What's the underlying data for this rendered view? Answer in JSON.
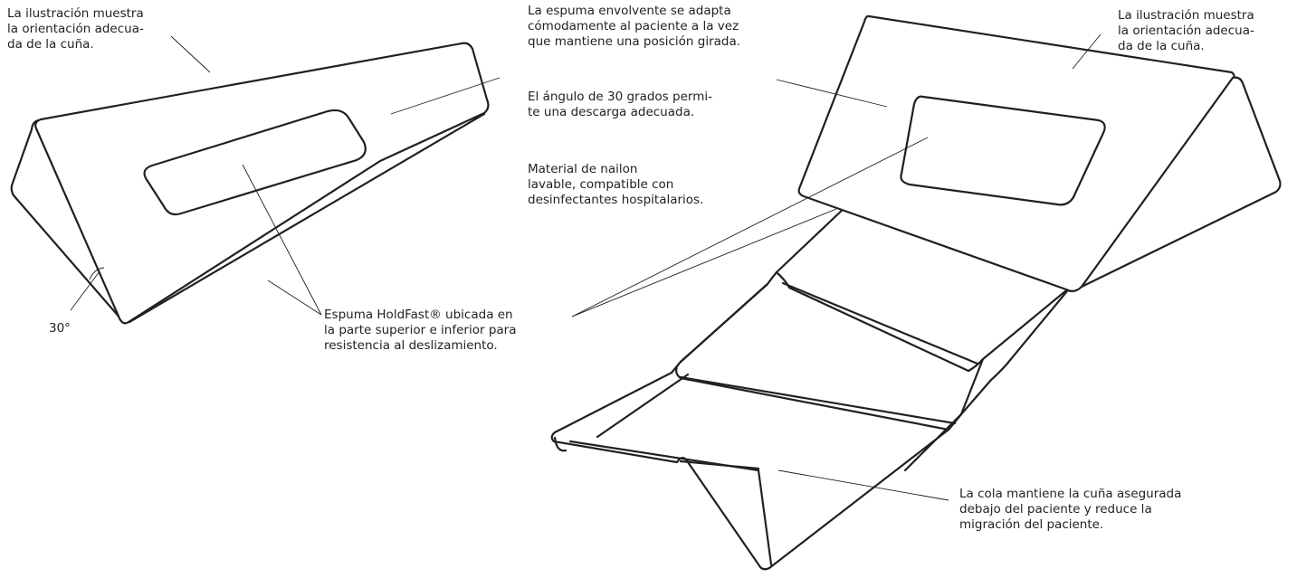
{
  "labels": {
    "orientation_left": [
      "La ilustración muestra",
      "la orientación adecua-",
      "da de la cuña."
    ],
    "wrap_foam": [
      "La espuma envolvente se adapta",
      "cómodamente al paciente a la vez",
      "que mantiene una posición girada."
    ],
    "angle_note": [
      "El ángulo de 30 grados permi-",
      "te una descarga adecuada."
    ],
    "nylon": [
      "Material de nailon",
      "lavable, compatible con",
      "desinfectantes hospitalarios."
    ],
    "holdfast": [
      "Espuma HoldFast® ubicada en",
      "la parte superior e inferior para",
      "resistencia al deslizamiento."
    ],
    "orientation_right": [
      "La ilustración muestra",
      "la orientación adecua-",
      "da de la cuña."
    ],
    "tail": [
      "La cola mantiene la cuña asegurada",
      "debajo del paciente y reduce la",
      "migración del paciente."
    ],
    "angle_value": "30°"
  },
  "colors": {
    "ink": "#231f20",
    "background": "#ffffff"
  }
}
